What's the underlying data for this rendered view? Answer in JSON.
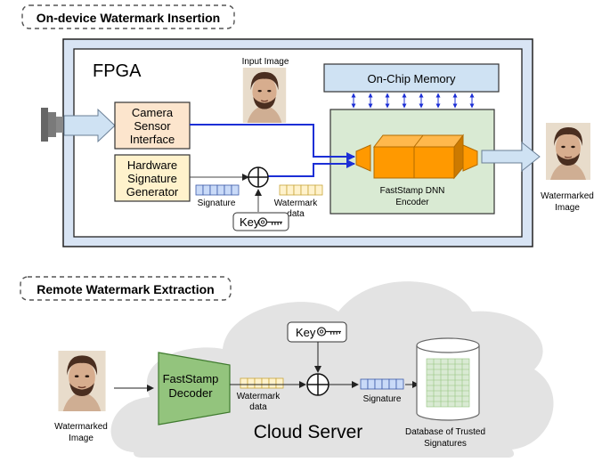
{
  "sections": {
    "insertion_title": "On-device Watermark Insertion",
    "extraction_title": "Remote Watermark Extraction"
  },
  "fpga": {
    "label": "FPGA",
    "input_image_label": "Input Image",
    "on_chip_memory": "On-Chip Memory",
    "camera_interface": [
      "Camera",
      "Sensor",
      "Interface"
    ],
    "hw_signature": [
      "Hardware",
      "Signature",
      "Generator"
    ],
    "signature_label": "Signature",
    "watermark_data_label": [
      "Watermark",
      "data"
    ],
    "key_label": "Key",
    "encoder_label": [
      "FastStamp DNN",
      "Encoder"
    ],
    "watermarked_image_label": [
      "Watermarked",
      "Image"
    ]
  },
  "cloud": {
    "label": "Cloud Server",
    "watermarked_image_label": [
      "Watermarked",
      "Image"
    ],
    "decoder_label": [
      "FastStamp",
      "Decoder"
    ],
    "watermark_data_label": [
      "Watermark",
      "data"
    ],
    "key_label": "Key",
    "signature_label": "Signature",
    "database_label": [
      "Database of Trusted",
      "Signatures"
    ]
  },
  "colors": {
    "camera_box": "#fce5cd",
    "signature_box": "#fff2cc",
    "memory_box": "#cfe2f3",
    "encoder_box": "#d9ead3",
    "encoder_block": "#ff9900",
    "decoder": "#93c47d",
    "signature_cells": "#c9daf8",
    "watermark_cells": "#fff2cc",
    "bus_arrow": "#1c2fd6",
    "cloud": "#e3e3e3",
    "db_grid": "#d9ead3"
  },
  "icons": [
    "camera-icon",
    "key-icon",
    "xor-icon",
    "face-photo",
    "database-icon"
  ]
}
